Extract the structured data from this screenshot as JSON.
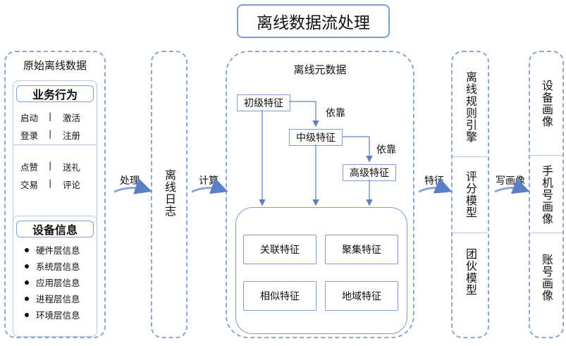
{
  "title": "离线数据流处理",
  "raw": {
    "header": "原始离线数据",
    "biz": {
      "title": "业务行为",
      "row1": [
        "启动",
        "|",
        "激活",
        "登录",
        "|",
        "注册"
      ],
      "row2": [
        "点赞",
        "|",
        "送礼",
        "交易",
        "|",
        "评论"
      ]
    },
    "device": {
      "title": "设备信息",
      "items": [
        "硬件层信息",
        "系统层信息",
        "应用层信息",
        "进程层信息",
        "环境层信息"
      ]
    }
  },
  "arrows": {
    "process": "处理",
    "compute": "计算",
    "feature": "特征",
    "write": "写画像",
    "depend1": "依靠",
    "depend2": "依靠"
  },
  "log": {
    "label": "离线日志"
  },
  "meta": {
    "header": "离线元数据",
    "levels": [
      "初级特征",
      "中级特征",
      "高级特征"
    ],
    "features": [
      "关联特征",
      "聚集特征",
      "相似特征",
      "地域特征"
    ]
  },
  "models": [
    "离线规则引擎",
    "评分模型",
    "团伙模型"
  ],
  "profiles": [
    "设备画像",
    "手机号画像",
    "账号画像"
  ],
  "colors": {
    "border": "#7f9dd6",
    "dashed": "#8aa6db",
    "arrow": "#5b7fc4"
  }
}
